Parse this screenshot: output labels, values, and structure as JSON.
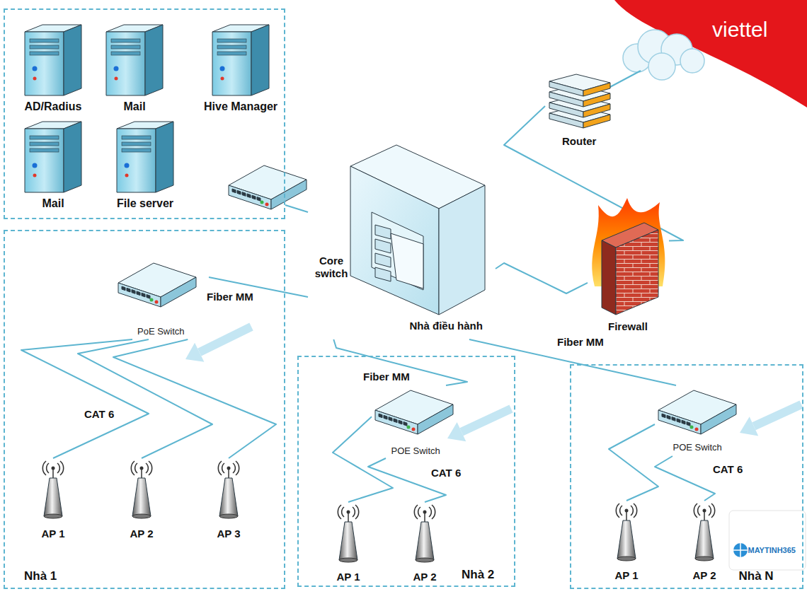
{
  "diagram": {
    "nodes": [
      {
        "text": []
      },
      {
        "text": [
          "AD/Radius"
        ],
        "in": 0
      },
      {
        "text": [
          "Mail"
        ],
        "in": 0
      },
      {
        "text": [
          "Hive Manager"
        ],
        "in": 0
      },
      {
        "text": [
          "Mail"
        ],
        "in": 0
      },
      {
        "text": [
          "File server"
        ],
        "in": 0
      },
      {
        "text": [
          "Router"
        ]
      },
      {
        "text": [
          "Core switch",
          "Nhà điều hành"
        ]
      },
      {
        "text": [
          "Firewall"
        ]
      },
      {
        "text": [
          "Nhà 1"
        ]
      },
      {
        "text": [
          "PoE Switch"
        ],
        "in": 9
      },
      {
        "text": [
          "AP 1"
        ],
        "in": 9
      },
      {
        "text": [
          "AP 2"
        ],
        "in": 9
      },
      {
        "text": [
          "AP 3"
        ],
        "in": 9
      },
      {
        "text": [
          "Nhà 2"
        ]
      },
      {
        "text": [
          "POE Switch"
        ],
        "in": 14
      },
      {
        "text": [
          "AP 1"
        ],
        "in": 14
      },
      {
        "text": [
          "AP 2"
        ],
        "in": 14
      },
      {
        "text": [
          "Nhà N"
        ]
      },
      {
        "text": [
          "POE Switch"
        ],
        "in": 18
      },
      {
        "text": [
          "AP 1"
        ],
        "in": 18
      },
      {
        "text": [
          "AP 2"
        ],
        "in": 18
      }
    ],
    "edges": [
      {
        "from": 0,
        "to": 7,
        "arrow": "none"
      },
      {
        "from": 6,
        "to": 8,
        "arrow": "none"
      },
      {
        "from": 8,
        "to": 7,
        "arrow": "none"
      },
      {
        "from": 7,
        "to": 10,
        "label": "Fiber MM",
        "arrow": "none"
      },
      {
        "from": 7,
        "to": 15,
        "label": "Fiber MM",
        "arrow": "none"
      },
      {
        "from": 7,
        "to": 19,
        "label": "Fiber MM",
        "arrow": "none"
      },
      {
        "from": 10,
        "to": 11,
        "label": "CAT 6",
        "arrow": "none"
      },
      {
        "from": 10,
        "to": 12,
        "arrow": "none"
      },
      {
        "from": 10,
        "to": 13,
        "arrow": "none"
      },
      {
        "from": 15,
        "to": 16,
        "arrow": "none"
      },
      {
        "from": 15,
        "to": 17,
        "label": "CAT 6",
        "arrow": "none"
      },
      {
        "from": 19,
        "to": 20,
        "arrow": "none"
      },
      {
        "from": 19,
        "to": 21,
        "label": "CAT 6",
        "arrow": "none"
      }
    ],
    "labels": [
      "viettel",
      "MAYTINH365"
    ]
  }
}
